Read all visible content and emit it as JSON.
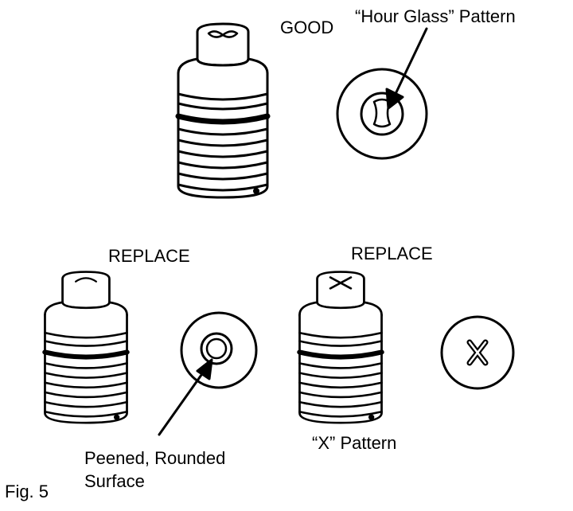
{
  "figure": {
    "caption": "Fig. 5",
    "panels": [
      {
        "status": "GOOD",
        "pattern_label": "“Hour Glass” Pattern"
      },
      {
        "status": "REPLACE",
        "pattern_label": "Peened, Rounded\nSurface"
      },
      {
        "status": "REPLACE",
        "pattern_label": "“X” Pattern"
      }
    ]
  }
}
